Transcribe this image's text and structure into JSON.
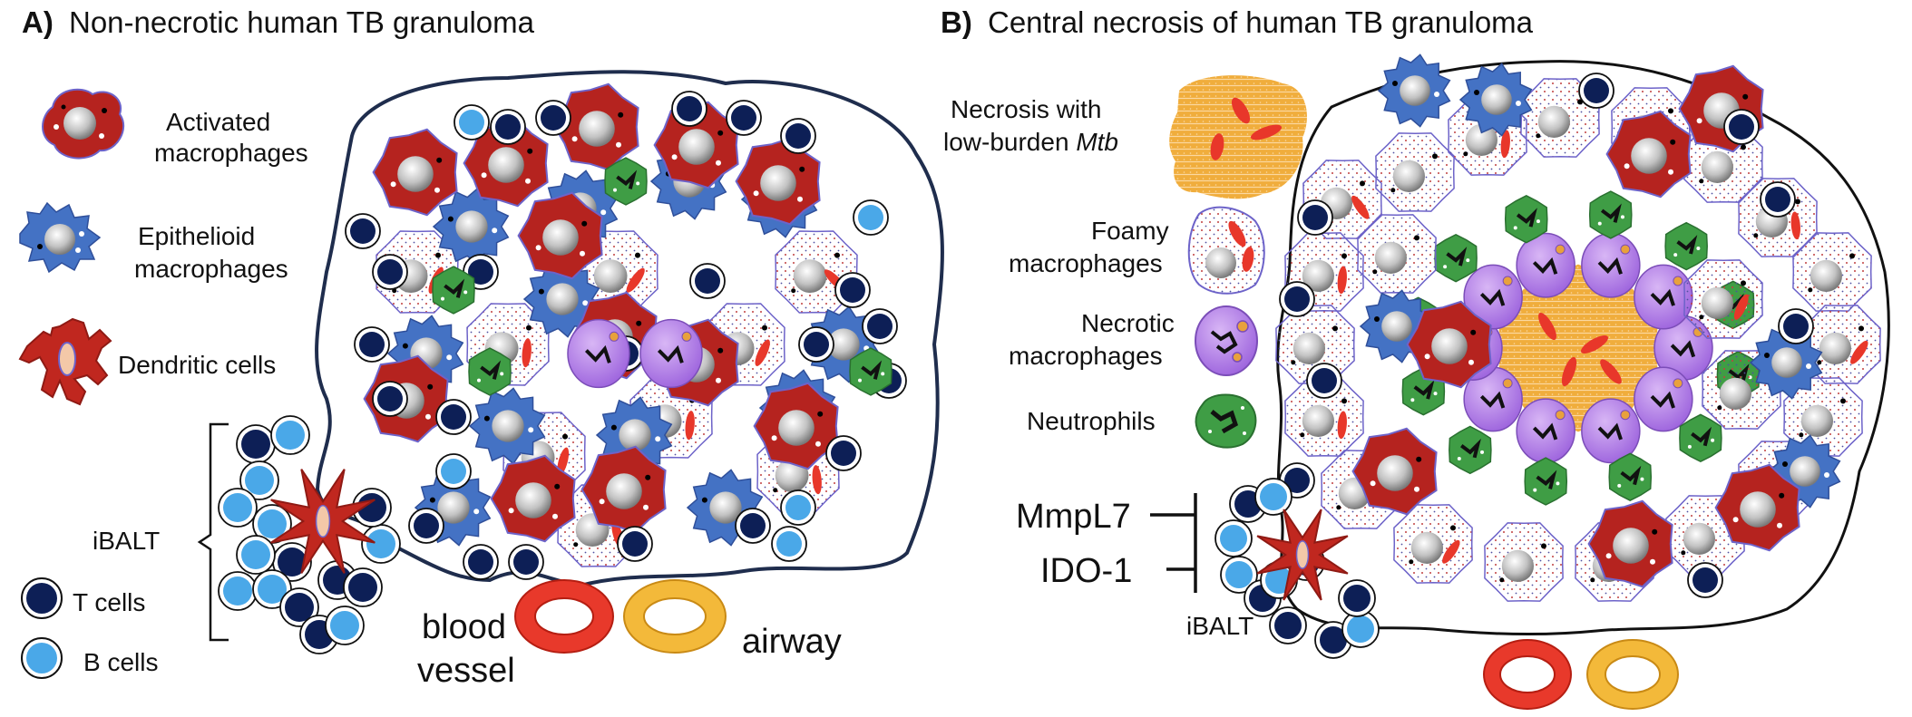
{
  "panel_a": {
    "letter": "A)",
    "title": "Non-necrotic human TB granuloma",
    "legend": {
      "activated_1": "Activated",
      "activated_2": "macrophages",
      "epithelioid_1": "Epithelioid",
      "epithelioid_2": "macrophages",
      "dendritic": "Dendritic cells",
      "t_cells": "T cells",
      "b_cells": "B cells"
    },
    "ibalt": "iBALT",
    "blood_1": "blood",
    "blood_2": "vessel",
    "airway": "airway"
  },
  "panel_b": {
    "letter": "B)",
    "title": "Central necrosis of human TB granuloma",
    "legend": {
      "necrosis_1": "Necrosis with",
      "necrosis_2": "low-burden ",
      "necrosis_2_italic": "Mtb",
      "foamy_1": "Foamy",
      "foamy_2": "macrophages",
      "necrotic_1": "Necrotic",
      "necrotic_2": "macrophages",
      "neutrophils": "Neutrophils"
    },
    "mmpl7": "MmpL7",
    "ido1": "IDO-1",
    "ibalt": "iBALT"
  },
  "colors": {
    "activated": "#b5231f",
    "epithelioid": "#4472c4",
    "dendritic": "#c0271f",
    "t_cell": "#0d1f56",
    "b_cell": "#4aa8e8",
    "foamy_border": "#6d63c9",
    "necrotic": "#b283e8",
    "neutrophil": "#3f9d45",
    "necrosis": "#f0ad3c",
    "mtb": "#e8372a",
    "blood_vessel": "#e8392b",
    "airway": "#f3b93a",
    "outline": "#1f2d4d"
  }
}
